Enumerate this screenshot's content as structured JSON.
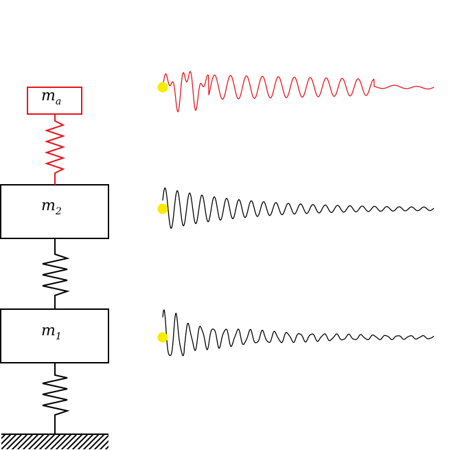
{
  "masses": [
    {
      "id": "ma",
      "base": "m",
      "sub": "a"
    },
    {
      "id": "m2",
      "base": "m",
      "sub": "2"
    },
    {
      "id": "m1",
      "base": "m",
      "sub": "1"
    }
  ],
  "colors": {
    "absorber": "#e8141a",
    "structure": "#000000",
    "marker": "#f7ec00"
  },
  "signals": [
    {
      "id": "ma",
      "color_key": "absorber",
      "style": "burst-then-decay"
    },
    {
      "id": "m2",
      "color_key": "structure",
      "style": "decaying-oscillation"
    },
    {
      "id": "m1",
      "color_key": "structure",
      "style": "decaying-oscillation"
    }
  ]
}
